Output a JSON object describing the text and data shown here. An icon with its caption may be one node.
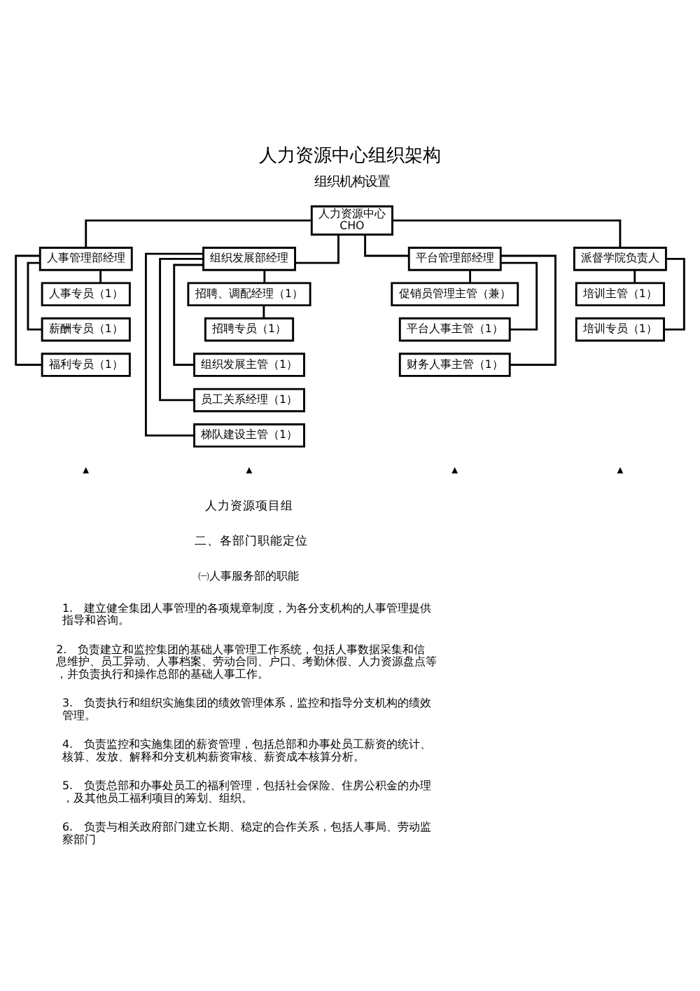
{
  "diagram": {
    "title": "人力资源中心组织架构",
    "nodes": [
      {
        "text": [
          "人力资源中心",
          "CHO"
        ]
      },
      {
        "text": [
          "人事管理部经理"
        ]
      },
      {
        "text": [
          "组织发展部经理"
        ]
      },
      {
        "text": [
          "平台管理部经理"
        ]
      },
      {
        "text": [
          "派督学院负责人"
        ]
      },
      {
        "text": [
          "人事专员（1）"
        ]
      },
      {
        "text": [
          "薪酬专员（1）"
        ]
      },
      {
        "text": [
          "福利专员（1）"
        ]
      },
      {
        "text": [
          "招聘、调配经理（1）"
        ]
      },
      {
        "text": [
          "招聘专员（1）"
        ]
      },
      {
        "text": [
          "组织发展主管（1）"
        ]
      },
      {
        "text": [
          "员工关系经理（1）"
        ]
      },
      {
        "text": [
          "梯队建设主管（1）"
        ]
      },
      {
        "text": [
          "促销员管理主管（兼）"
        ]
      },
      {
        "text": [
          "平台人事主管（1）"
        ]
      },
      {
        "text": [
          "财务人事主管（1）"
        ]
      },
      {
        "text": [
          "培训主管（1）"
        ]
      },
      {
        "text": [
          "培训专员（1）"
        ]
      }
    ],
    "edges": [
      {
        "from": 0,
        "to": 1,
        "arrow": "none"
      },
      {
        "from": 0,
        "to": 2,
        "arrow": "none"
      },
      {
        "from": 0,
        "to": 3,
        "arrow": "none"
      },
      {
        "from": 0,
        "to": 4,
        "arrow": "none"
      },
      {
        "from": 1,
        "to": 5,
        "arrow": "none"
      },
      {
        "from": 1,
        "to": 6,
        "arrow": "none"
      },
      {
        "from": 1,
        "to": 7,
        "arrow": "none"
      },
      {
        "from": 2,
        "to": 8,
        "arrow": "none"
      },
      {
        "from": 8,
        "to": 9,
        "arrow": "none"
      },
      {
        "from": 2,
        "to": 10,
        "arrow": "none"
      },
      {
        "from": 2,
        "to": 11,
        "arrow": "none"
      },
      {
        "from": 2,
        "to": 12,
        "arrow": "none"
      },
      {
        "from": 3,
        "to": 13,
        "arrow": "none"
      },
      {
        "from": 3,
        "to": 14,
        "arrow": "none"
      },
      {
        "from": 3,
        "to": 15,
        "arrow": "none"
      },
      {
        "from": 4,
        "to": 16,
        "arrow": "none"
      },
      {
        "from": 4,
        "to": 17,
        "arrow": "none"
      }
    ],
    "labels": [
      "组织机构设置",
      "▲",
      "▲",
      "▲",
      "▲",
      "人力资源项目组",
      "二、各部门职能定位",
      "㈠人事服务部的职能",
      "1.　建立健全集团人事管理的各项规章制度，为各分支机构的人事管理提供指导和咨询。",
      "2.　负责建立和监控集团的基础人事管理工作系统，包括人事数据采集和信息维护、员工异动、人事档案、劳动合同、户口、考勤休假、人力资源盘点等，并负责执行和操作总部的基础人事工作。",
      "3.　负责执行和组织实施集团的绩效管理体系，监控和指导分支机构的绩效管理。",
      "4.　负责监控和实施集团的薪资管理，包括总部和办事处员工薪资的统计、核算、发放、解释和分支机构薪资审核、薪资成本核算分析。",
      "5.　负责总部和办事处员工的福利管理，包括社会保险、住房公积金的办理，及其他员工福利项目的筹划、组织。",
      "6.　负责与相关政府部门建立长期、稳定的合作关系，包括人事局、劳动监察部门"
    ]
  }
}
